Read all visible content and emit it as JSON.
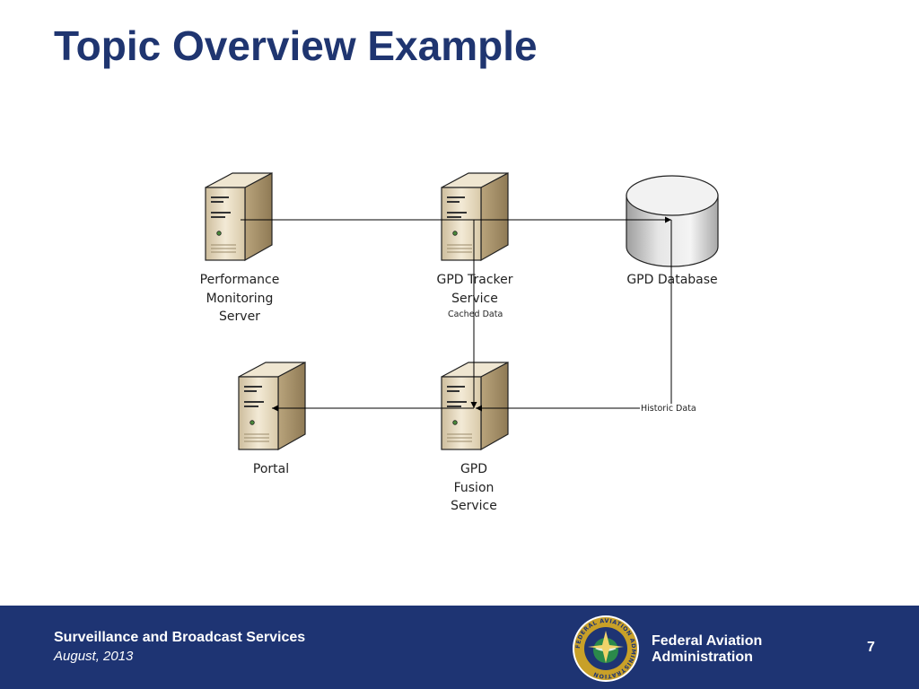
{
  "slide": {
    "title": "Topic Overview Example"
  },
  "diagram": {
    "nodes": [
      {
        "id": "pms",
        "label_lines": [
          "Performance",
          "Monitoring",
          "Server"
        ],
        "icon": "server-icon"
      },
      {
        "id": "tracker",
        "label_lines": [
          "GPD Tracker",
          "Service"
        ],
        "icon": "server-icon"
      },
      {
        "id": "database",
        "label_lines": [
          "GPD Database"
        ],
        "icon": "database-icon"
      },
      {
        "id": "portal",
        "label_lines": [
          "Portal"
        ],
        "icon": "server-icon"
      },
      {
        "id": "fusion",
        "label_lines": [
          "GPD",
          "Fusion",
          "Service"
        ],
        "icon": "server-icon"
      }
    ],
    "edge_labels": {
      "cached": "Cached Data",
      "historic": "Historic Data"
    },
    "edges": [
      {
        "from": "pms",
        "to": "database"
      },
      {
        "from": "tracker",
        "to": "fusion",
        "label": "Cached Data"
      },
      {
        "from": "database",
        "to": "fusion",
        "label": "Historic Data"
      },
      {
        "from": "fusion",
        "to": "portal"
      }
    ]
  },
  "footer": {
    "organization": "Surveillance and Broadcast Services",
    "date": "August, 2013",
    "agency_line1": "Federal Aviation",
    "agency_line2": "Administration",
    "page_number": "7",
    "seal_text": "FEDERAL AVIATION ADMINISTRATION",
    "colors": {
      "band": "#1e3473",
      "title": "#1f3570",
      "seal_gold": "#c8a028"
    }
  }
}
